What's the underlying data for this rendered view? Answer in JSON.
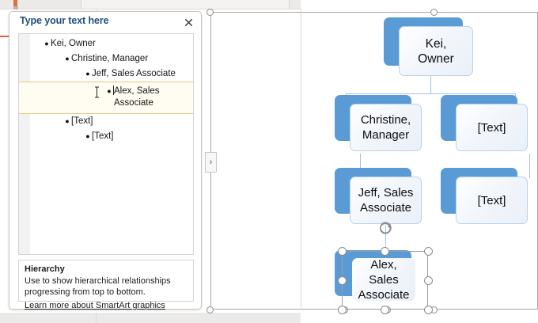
{
  "text_pane": {
    "title": "Type your text here",
    "close_label": "close-icon",
    "items": [
      {
        "level": 1,
        "text": "Kei, Owner",
        "selected": false
      },
      {
        "level": 2,
        "text": "Christine, Manager",
        "selected": false
      },
      {
        "level": 3,
        "text": "Jeff, Sales Associate",
        "selected": false
      },
      {
        "level": 4,
        "text": "Alex, Sales Associate",
        "selected": true
      },
      {
        "level": 2,
        "text": "[Text]",
        "selected": false
      },
      {
        "level": 3,
        "text": "[Text]",
        "selected": false
      }
    ],
    "description": {
      "title": "Hierarchy",
      "body": "Use to show hierarchical relationships progressing from top to bottom.",
      "link": "Learn more about SmartArt graphics"
    }
  },
  "smartart": {
    "collapse_chevron": "›",
    "nodes": [
      {
        "id": "kei",
        "label": "Kei,\nOwner",
        "selected": false
      },
      {
        "id": "christine",
        "label": "Christine,\nManager",
        "selected": false
      },
      {
        "id": "text1",
        "label": "[Text]",
        "selected": false
      },
      {
        "id": "jeff",
        "label": "Jeff, Sales\nAssociate",
        "selected": false
      },
      {
        "id": "text2",
        "label": "[Text]",
        "selected": false
      },
      {
        "id": "alex",
        "label": "Alex, Sales\nAssociate",
        "selected": true
      }
    ]
  },
  "colors": {
    "accent_blue": "#5B9BD5",
    "connector": "#9dc3e6",
    "title_blue": "#1f4e79",
    "selection_highlight": "#fffdf2",
    "selection_border": "#e5c87a"
  }
}
